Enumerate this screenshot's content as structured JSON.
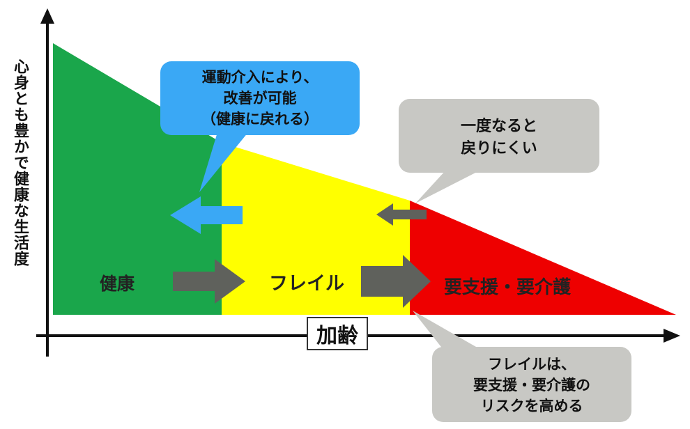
{
  "axes": {
    "y_label": "心身とも豊かで健康な生活度",
    "x_label": "加齢"
  },
  "zones": [
    {
      "label": "健康",
      "color": "#1aa64b"
    },
    {
      "label": "フレイル",
      "color": "#ffff00"
    },
    {
      "label": "要支援・要介護",
      "color": "#ee0000"
    }
  ],
  "callouts": {
    "intervention": {
      "lines": [
        "運動介入により、",
        "改善が可能",
        "（健康に戻れる）"
      ],
      "color": "#3aa8f5"
    },
    "hard_to_return": {
      "lines": [
        "一度なると",
        "戻りにくい"
      ],
      "color": "#c8c8c4"
    },
    "risk": {
      "lines": [
        "フレイルは、",
        "要支援・要介護の",
        "リスクを高める"
      ],
      "color": "#c8c8c4"
    }
  },
  "colors": {
    "progress_arrow": "#5f615c",
    "return_arrow_blue": "#3aa8f5",
    "return_arrow_gray": "#5f615c",
    "axis": "#111111"
  }
}
